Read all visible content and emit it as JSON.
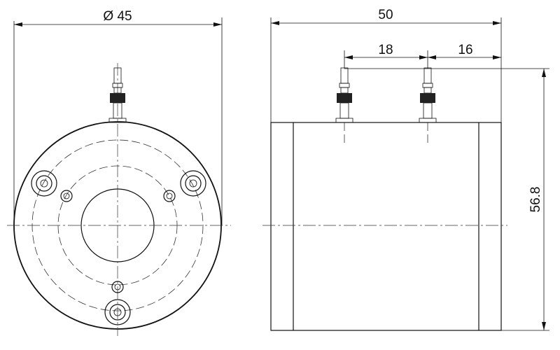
{
  "drawing": {
    "front_view": {
      "diameter_label": "Ø 45"
    },
    "side_view": {
      "width_label": "50",
      "connector_spacing_label": "18",
      "connector_edge_label": "16",
      "height_label": "56.8"
    }
  }
}
